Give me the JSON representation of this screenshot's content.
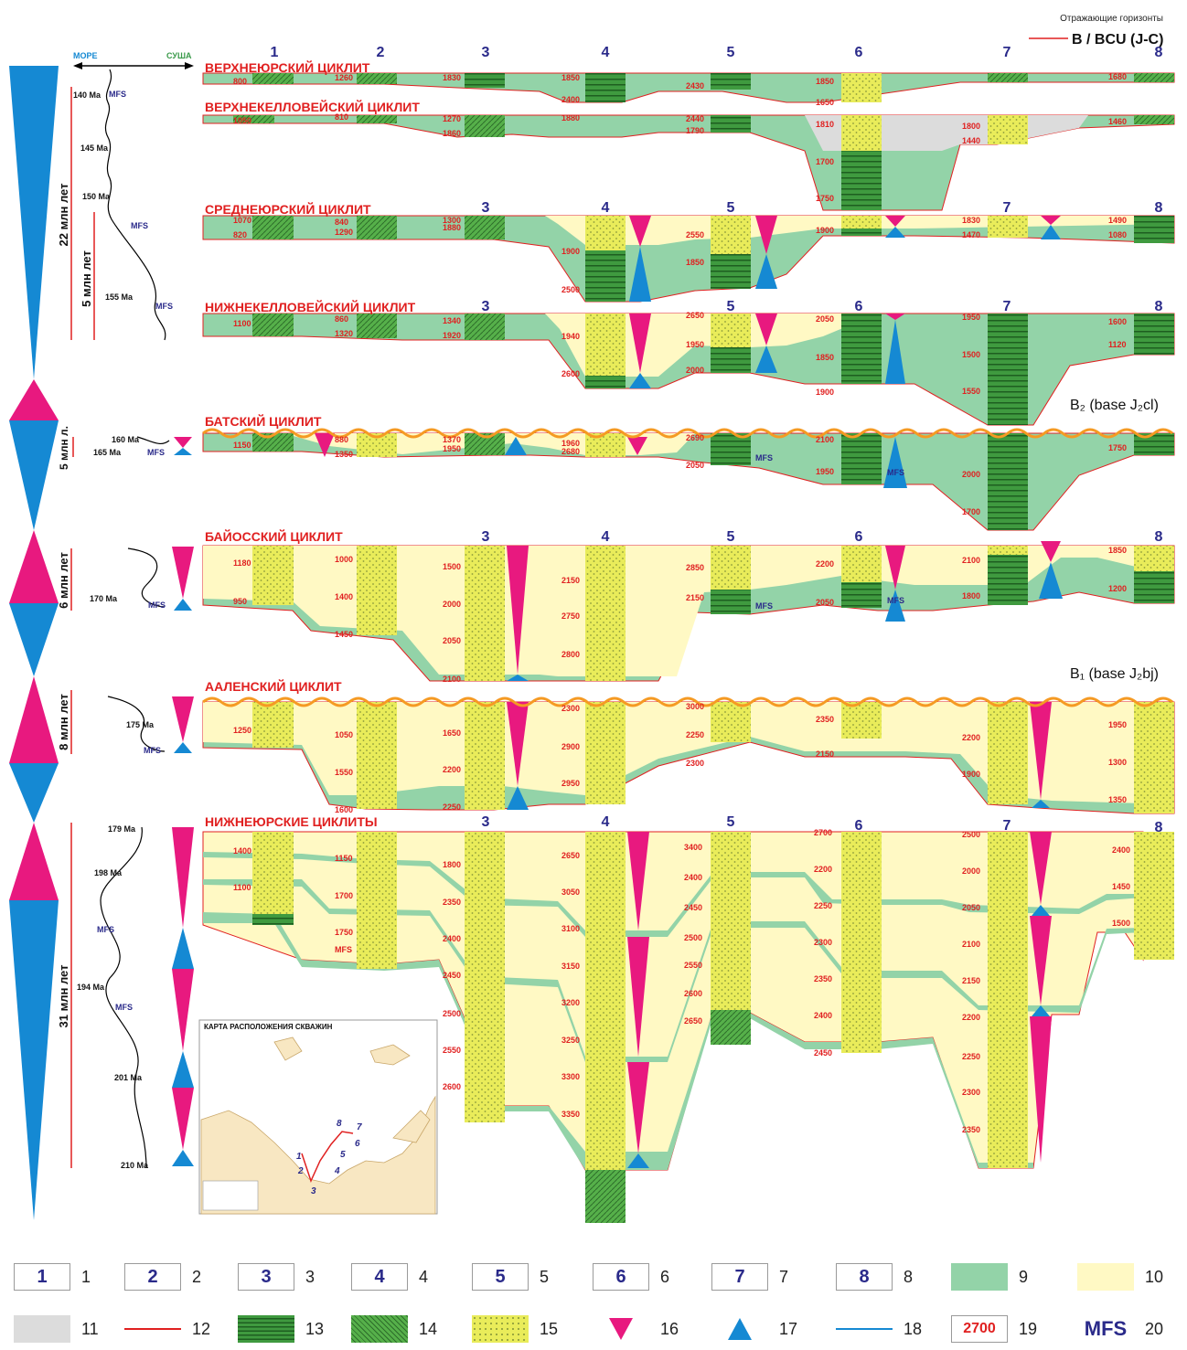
{
  "horizons_title": "Отражающие горизонты",
  "bcu_label": "B / BCU (J-C)",
  "b2_label": "B₂ (base J₂cl)",
  "b1_label": "B₁ (base J₂bj)",
  "sea_label": "МОРЕ",
  "land_label": "СУША",
  "mfs": "MFS",
  "durations": [
    "22 млн лет",
    "5 млн лет",
    "5 млн л.",
    "6 млн лет",
    "8 млн лет",
    "31 млн лет"
  ],
  "ages": [
    {
      "label": "140 Ma"
    },
    {
      "label": "145 Ma"
    },
    {
      "label": "150 Ma"
    },
    {
      "label": "155 Ma"
    },
    {
      "label": "160 Ma"
    },
    {
      "label": "165 Ma"
    },
    {
      "label": "170 Ma"
    },
    {
      "label": "175 Ma"
    },
    {
      "label": "179 Ma"
    },
    {
      "label": "198 Ma"
    },
    {
      "label": "194 Ma"
    },
    {
      "label": "201 Ma"
    },
    {
      "label": "210 Ma"
    }
  ],
  "cyclites": [
    {
      "name": "ВЕРХНЕЮРСКИЙ ЦИКЛИТ"
    },
    {
      "name": "ВЕРХНЕКЕЛЛОВЕЙСКИЙ ЦИКЛИТ"
    },
    {
      "name": "СРЕДНЕЮРСКИЙ ЦИКЛИТ"
    },
    {
      "name": "НИЖНЕКЕЛЛОВЕЙСКИЙ ЦИКЛИТ"
    },
    {
      "name": "БАТСКИЙ ЦИКЛИТ"
    },
    {
      "name": "БАЙОССКИЙ ЦИКЛИТ"
    },
    {
      "name": "ААЛЕНСКИЙ ЦИКЛИТ"
    },
    {
      "name": "НИЖНЕЮРСКИЕ ЦИКЛИТЫ"
    }
  ],
  "wells": [
    "1",
    "2",
    "3",
    "4",
    "5",
    "6",
    "7",
    "8"
  ],
  "depths": [
    "800",
    "1260",
    "1830",
    "1850",
    "2400",
    "2430",
    "1850",
    "1650",
    "1680",
    "1050",
    "810",
    "1270",
    "1860",
    "1880",
    "2440",
    "1790",
    "1810",
    "1700",
    "1750",
    "1800",
    "1440",
    "1460",
    "1070",
    "820",
    "840",
    "1290",
    "1300",
    "1880",
    "1900",
    "2500",
    "2550",
    "1850",
    "1900",
    "1830",
    "1470",
    "1490",
    "1080",
    "1100",
    "860",
    "1320",
    "1340",
    "1920",
    "1940",
    "2600",
    "2650",
    "1950",
    "2000",
    "2050",
    "1850",
    "1900",
    "1950",
    "1500",
    "1550",
    "1600",
    "1120",
    "1150",
    "880",
    "1350",
    "1370",
    "1950",
    "1960",
    "2680",
    "2690",
    "2050",
    "2100",
    "1950",
    "2000",
    "1700",
    "1750",
    "1180",
    "950",
    "1000",
    "1400",
    "1450",
    "1500",
    "2000",
    "2050",
    "2100",
    "2150",
    "2750",
    "2800",
    "2850",
    "2150",
    "2200",
    "2050",
    "2100",
    "1800",
    "1850",
    "1200",
    "1250",
    "1050",
    "1550",
    "1600",
    "1650",
    "2200",
    "2250",
    "2300",
    "2900",
    "2950",
    "3000",
    "2250",
    "2300",
    "2350",
    "2150",
    "2200",
    "1900",
    "1950",
    "1300",
    "1350",
    "1400",
    "1100",
    "1150",
    "1700",
    "1750",
    "1800",
    "2350",
    "2400",
    "2450",
    "2500",
    "2550",
    "2600",
    "2650",
    "3050",
    "3100",
    "3150",
    "3200",
    "3250",
    "3300",
    "3350",
    "3400",
    "2400",
    "2450",
    "2500",
    "2550",
    "2600",
    "2650",
    "2700",
    "2200",
    "2250",
    "2300",
    "2350",
    "2400",
    "2450",
    "2500",
    "2000",
    "2050",
    "2100",
    "2150",
    "2200",
    "2250",
    "2300",
    "2350",
    "2400",
    "1450",
    "1500",
    "1550"
  ],
  "inset": {
    "title": "КАРТА РАСПОЛОЖЕНИЯ СКВАЖИН",
    "wells": [
      "1",
      "2",
      "3",
      "4",
      "5",
      "6",
      "7",
      "8"
    ]
  },
  "legend": [
    {
      "num": "1",
      "sym": "1"
    },
    {
      "num": "2",
      "sym": "2"
    },
    {
      "num": "3",
      "sym": "3"
    },
    {
      "num": "4",
      "sym": "4"
    },
    {
      "num": "5",
      "sym": "5"
    },
    {
      "num": "6",
      "sym": "6"
    },
    {
      "num": "7",
      "sym": "7"
    },
    {
      "num": "8",
      "sym": "8"
    },
    {
      "num": "9"
    },
    {
      "num": "10"
    },
    {
      "num": "11"
    },
    {
      "num": "12"
    },
    {
      "num": "13"
    },
    {
      "num": "14"
    },
    {
      "num": "15"
    },
    {
      "num": "16"
    },
    {
      "num": "17"
    },
    {
      "num": "18"
    },
    {
      "num": "19",
      "sym": "2700"
    },
    {
      "num": "20",
      "sym": "MFS"
    }
  ],
  "colors": {
    "green": "#93d3a8",
    "yellow": "#fff9c4",
    "grey": "#dcdcdc",
    "red": "#e02020",
    "blue": "#1589d3",
    "magenta": "#e8197f",
    "orange": "#f59a23",
    "navy": "#2a2a8a",
    "dkgreen": "#3a9a4a"
  }
}
